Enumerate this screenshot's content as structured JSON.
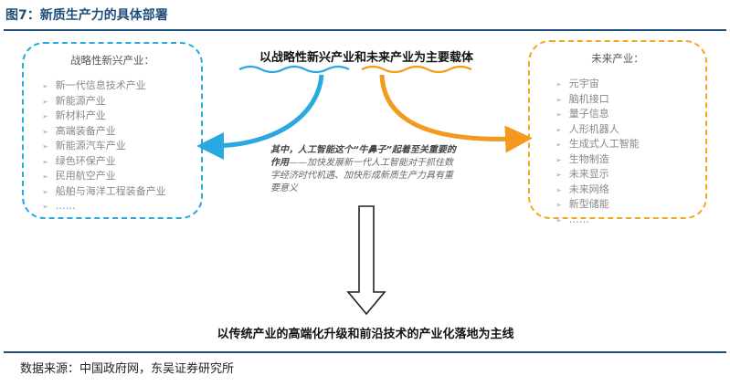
{
  "figure": {
    "title": "图7：新质生产力的具体部署",
    "source": "数据来源：中国政府网，东吴证券研究所"
  },
  "left_box": {
    "title": "战略性新兴产业：",
    "items": [
      "新一代信息技术产业",
      "新能源产业",
      "新材料产业",
      "高端装备产业",
      "新能源汽车产业",
      "绿色环保产业",
      "民用航空产业",
      "船舶与海洋工程装备产业",
      "……"
    ]
  },
  "right_box": {
    "title": "未来产业：",
    "items": [
      "元宇宙",
      "脑机接口",
      "量子信息",
      "人形机器人",
      "生成式人工智能",
      "生物制造",
      "未来显示",
      "未来网络",
      "新型储能",
      "……"
    ]
  },
  "center": {
    "carrier_text": "以战略性新兴产业和未来产业为主要载体",
    "note_bold": "其中，人工智能这个“牛鼻子”起着至关重要的作用",
    "note_rest": "——加快发展新一代人工智能对于抓住数字经济时代机遇、加快形成新质生产力具有重要意义",
    "main_line": "以传统产业的高端化升级和前沿技术的产业化落地为主线"
  },
  "colors": {
    "title_blue": "#1f4e79",
    "left_accent": "#29a8e0",
    "right_accent": "#f5a623",
    "arrow_blue": "#2aa9e0",
    "arrow_orange": "#f39a1e"
  },
  "icons": {
    "bullet": "➢"
  }
}
